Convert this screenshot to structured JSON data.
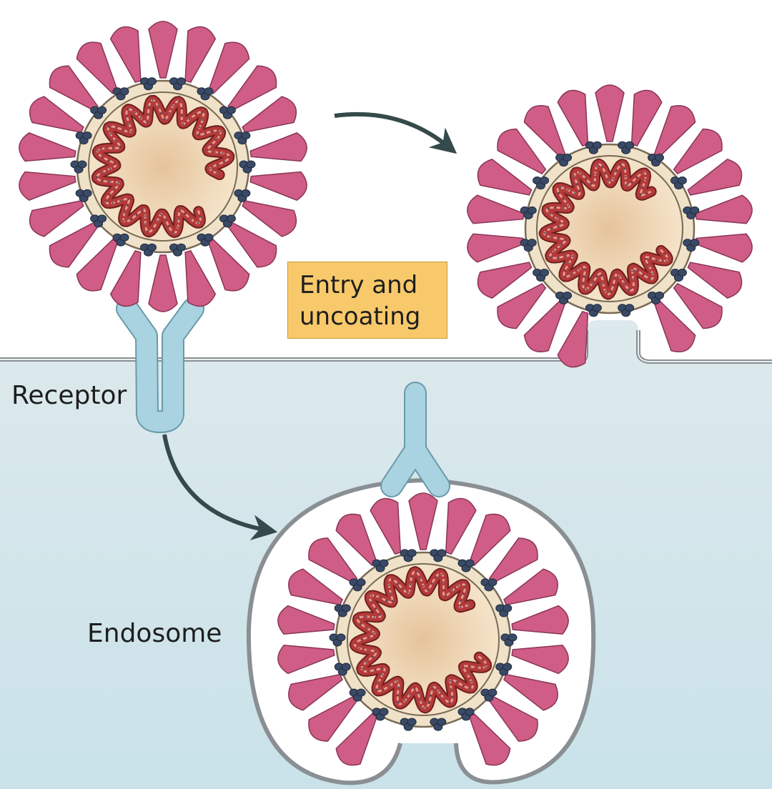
{
  "labels": {
    "stage": "Entry and uncoating",
    "stage_line1": "Entry and",
    "stage_line2": "uncoating",
    "receptor": "Receptor",
    "endosome": "Endosome"
  },
  "colors": {
    "cytoplasm": "#d2e5ea",
    "membrane": "#8a8f93",
    "spike": "#cf5d86",
    "envelope": "#efe2c9",
    "core": "#f2dcbc",
    "rna": "#b33a3a",
    "nucleocapsid": "#3a4a66",
    "receptor": "#a9d3e0",
    "arrow": "#354a4a",
    "label_box": "#f8c96a"
  },
  "icons": {
    "virion": "coronavirus-particle-icon",
    "receptor": "receptor-y-icon",
    "arrow": "curved-arrow-icon"
  }
}
